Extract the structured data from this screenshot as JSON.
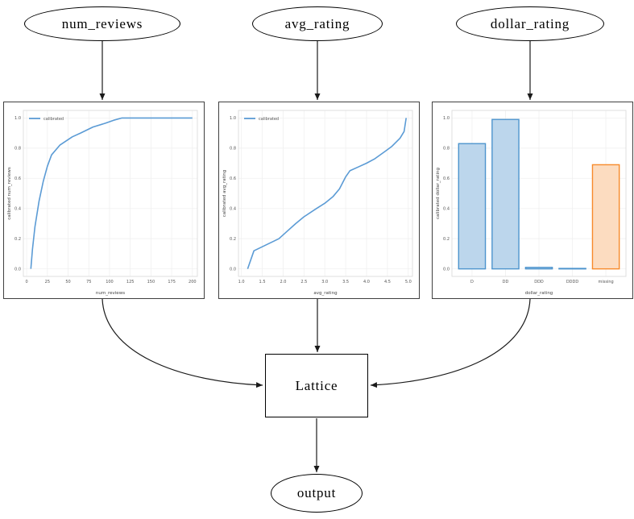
{
  "diagram": {
    "inputs": [
      {
        "label": "num_reviews"
      },
      {
        "label": "avg_rating"
      },
      {
        "label": "dollar_rating"
      }
    ],
    "lattice_label": "Lattice",
    "output_label": "output"
  },
  "colors": {
    "line": "#5b9bd5",
    "blue_edge": "#4d94cd",
    "blue_fill": "#bcd6ec",
    "orange_edge": "#f78a2a",
    "orange_fill": "#fcdcc0",
    "grid": "#f0f0f0",
    "frame": "#dcdcdc",
    "tick_text": "#555555",
    "label_text": "#444444",
    "edge_stroke": "#1a1a1a"
  },
  "chart_data": [
    {
      "type": "line",
      "title": "",
      "xlabel": "num_reviews",
      "ylabel": "calibrated num_reviews",
      "legend": [
        "calibrated"
      ],
      "legend_position": "upper left",
      "grid": true,
      "xlim": [
        -4,
        206
      ],
      "ylim": [
        -0.05,
        1.05
      ],
      "xticks": [
        0,
        25,
        50,
        75,
        100,
        125,
        150,
        175,
        200
      ],
      "xtick_labels": [
        "0",
        "25",
        "50",
        "75",
        "100",
        "125",
        "150",
        "175",
        "200"
      ],
      "yticks": [
        0.0,
        0.2,
        0.4,
        0.6,
        0.8,
        1.0
      ],
      "ytick_labels": [
        "0.0",
        "0.2",
        "0.4",
        "0.6",
        "0.8",
        "1.0"
      ],
      "series": [
        {
          "name": "calibrated",
          "x": [
            5,
            7,
            10,
            15,
            20,
            25,
            30,
            40,
            55,
            65,
            80,
            95,
            105,
            115,
            200
          ],
          "y": [
            0.0,
            0.13,
            0.28,
            0.45,
            0.58,
            0.68,
            0.755,
            0.82,
            0.875,
            0.9,
            0.94,
            0.965,
            0.985,
            1.0,
            1.0
          ]
        }
      ]
    },
    {
      "type": "line",
      "title": "",
      "xlabel": "avg_rating",
      "ylabel": "calibrated avg_rating",
      "legend": [
        "calibrated"
      ],
      "legend_position": "upper left",
      "grid": true,
      "xlim": [
        0.93,
        5.1
      ],
      "ylim": [
        -0.05,
        1.05
      ],
      "xticks": [
        1.0,
        1.5,
        2.0,
        2.5,
        3.0,
        3.5,
        4.0,
        4.5,
        5.0
      ],
      "xtick_labels": [
        "1.0",
        "1.5",
        "2.0",
        "2.5",
        "3.0",
        "3.5",
        "4.0",
        "4.5",
        "5.0"
      ],
      "yticks": [
        0.0,
        0.2,
        0.4,
        0.6,
        0.8,
        1.0
      ],
      "ytick_labels": [
        "0.0",
        "0.2",
        "0.4",
        "0.6",
        "0.8",
        "1.0"
      ],
      "series": [
        {
          "name": "calibrated",
          "x": [
            1.15,
            1.3,
            1.6,
            1.9,
            2.1,
            2.3,
            2.5,
            2.8,
            3.0,
            3.2,
            3.35,
            3.5,
            3.6,
            3.8,
            4.0,
            4.2,
            4.45,
            4.6,
            4.8,
            4.9,
            4.95
          ],
          "y": [
            0.0,
            0.12,
            0.16,
            0.2,
            0.25,
            0.3,
            0.345,
            0.4,
            0.435,
            0.48,
            0.53,
            0.61,
            0.65,
            0.675,
            0.7,
            0.73,
            0.78,
            0.81,
            0.865,
            0.91,
            1.0
          ]
        }
      ]
    },
    {
      "type": "bar",
      "title": "",
      "xlabel": "dollar_rating",
      "ylabel": "calibrated dollar_rating",
      "grid": true,
      "xlim": [
        -0.6,
        4.6
      ],
      "ylim": [
        -0.05,
        1.05
      ],
      "categories": [
        "D",
        "DD",
        "DDD",
        "DDDD",
        "missing"
      ],
      "values": [
        0.83,
        0.99,
        0.01,
        0.003,
        0.69
      ],
      "bar_colors": [
        "blue",
        "blue",
        "blue",
        "blue",
        "orange"
      ],
      "bar_width": 0.8,
      "yticks": [
        0.0,
        0.2,
        0.4,
        0.6,
        0.8,
        1.0
      ],
      "ytick_labels": [
        "0.0",
        "0.2",
        "0.4",
        "0.6",
        "0.8",
        "1.0"
      ]
    }
  ]
}
